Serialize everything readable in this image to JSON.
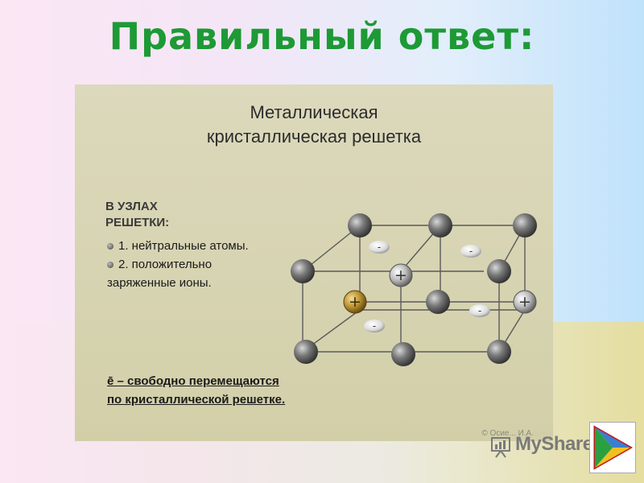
{
  "title": "Правильный ответ:",
  "slide": {
    "title_line1": "Металлическая",
    "title_line2": "кристаллическая решетка",
    "nodes_heading_line1": "В УЗЛАХ",
    "nodes_heading_line2": "РЕШЕТКИ:",
    "bullets": [
      "1. нейтральные атомы.",
      "2. положительно"
    ],
    "bullet2_cont": "заряженные ионы.",
    "electron_line1": "ē – свободно перемещаются",
    "electron_line2": "по кристаллической решетке.",
    "copyright": "© Осие... И.А."
  },
  "lattice": {
    "ion_symbol": "+",
    "electron_symbol": "-"
  },
  "watermark": "MyShared",
  "colors": {
    "title": "#1d9a35",
    "slide_bg": "#d8d5b6",
    "atom": "#6a6a6a",
    "highlight_ion": "#b08a30"
  }
}
